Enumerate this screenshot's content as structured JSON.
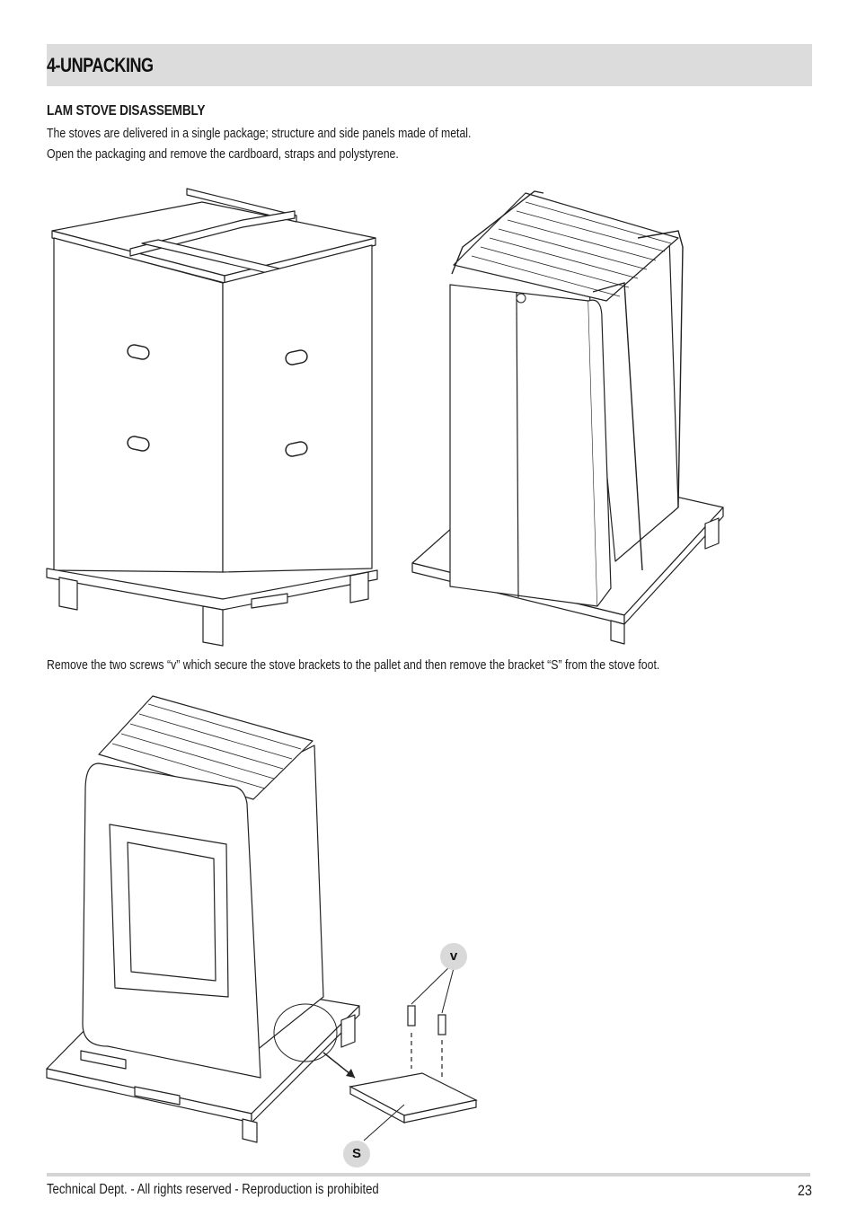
{
  "header": {
    "title": "4-UNPACKING"
  },
  "section": {
    "subtitle": "LAM STOVE DISASSEMBLY",
    "line1": "The stoves are delivered in a single package; structure and side panels made of metal.",
    "line2": "Open the packaging and remove the cardboard, straps and polystyrene.",
    "line3": "Remove the two screws “v” which secure the stove brackets to the pallet and then remove the bracket “S” from the stove foot."
  },
  "callouts": {
    "v": "v",
    "s": "S"
  },
  "footer": {
    "text": "Technical Dept. - All rights reserved - Reproduction is prohibited",
    "page": "23"
  }
}
